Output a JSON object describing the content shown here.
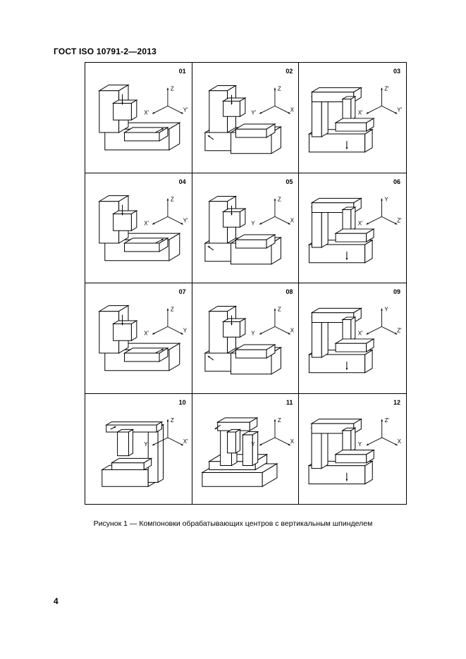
{
  "header": {
    "standard": "ГОСТ ISO 10791-2—2013"
  },
  "figure": {
    "cells": [
      {
        "number": "01",
        "axes": {
          "vertical": "Z",
          "left": "X'",
          "right": "Y'"
        }
      },
      {
        "number": "02",
        "axes": {
          "vertical": "Z",
          "left": "Y'",
          "right": "X"
        }
      },
      {
        "number": "03",
        "axes": {
          "vertical": "Z'",
          "left": "X'",
          "right": "Y'"
        }
      },
      {
        "number": "04",
        "axes": {
          "vertical": "Z",
          "left": "X'",
          "right": "Y'"
        }
      },
      {
        "number": "05",
        "axes": {
          "vertical": "Z",
          "left": "Y",
          "right": "X"
        }
      },
      {
        "number": "06",
        "axes": {
          "vertical": "Y",
          "left": "X'",
          "right": "Z'"
        }
      },
      {
        "number": "07",
        "axes": {
          "vertical": "Z",
          "left": "X'",
          "right": "Y"
        }
      },
      {
        "number": "08",
        "axes": {
          "vertical": "Z",
          "left": "Y",
          "right": "X"
        }
      },
      {
        "number": "09",
        "axes": {
          "vertical": "Y",
          "left": "X'",
          "right": "Z'"
        }
      },
      {
        "number": "10",
        "axes": {
          "vertical": "Z",
          "left": "Y",
          "right": "X'"
        }
      },
      {
        "number": "11",
        "axes": {
          "vertical": "Z",
          "left": "Y",
          "right": "X"
        }
      },
      {
        "number": "12",
        "axes": {
          "vertical": "Z'",
          "left": "Y",
          "right": "X"
        }
      }
    ],
    "caption": "Рисунок 1 — Компоновки обрабатывающих центров с вертикальным шпинделем"
  },
  "page": {
    "number": "4"
  }
}
